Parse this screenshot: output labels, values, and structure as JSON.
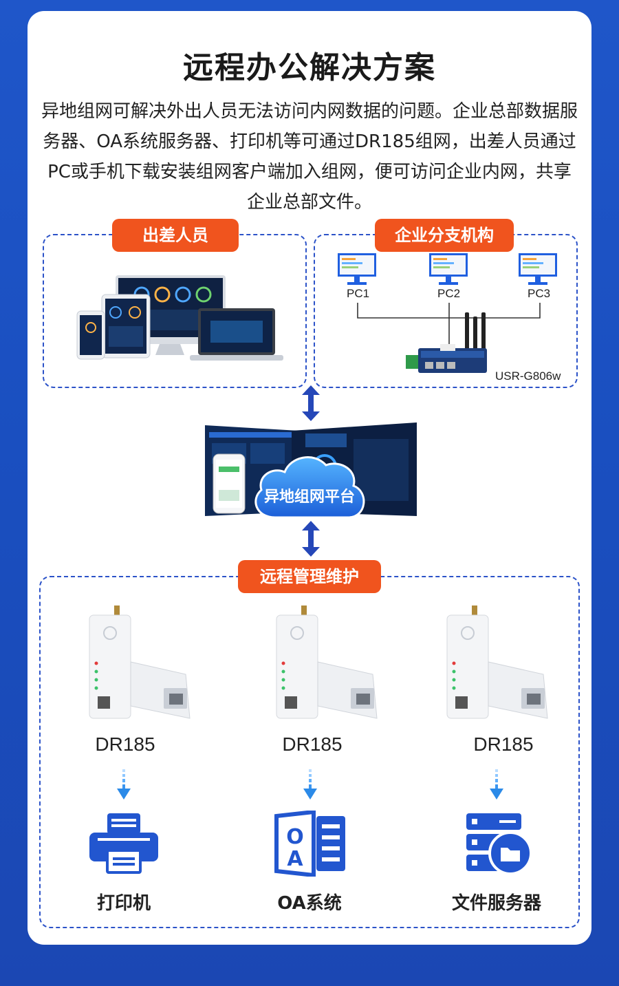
{
  "title": "远程办公解决方案",
  "intro": "异地组网可解决外出人员无法访问内网数据的问题。企业总部数据服务器、OA系统服务器、打印机等可通过DR185组网，出差人员通过PC或手机下载安装组网客户端加入组网，便可访问企业内网，共享企业总部文件。",
  "sections": {
    "travel_tag": "出差人员",
    "branch_tag": "企业分支机构",
    "remote_tag": "远程管理维护"
  },
  "branch": {
    "pcs": [
      "PC1",
      "PC2",
      "PC3"
    ],
    "router_label": "USR-G806w"
  },
  "cloud_label": "异地组网平台",
  "devices": [
    "DR185",
    "DR185",
    "DR185"
  ],
  "apps": [
    "打印机",
    "OA系统",
    "文件服务器"
  ],
  "colors": {
    "background": "#1f56c9",
    "accent_orange": "#f0541e",
    "primary_blue": "#2b52c8"
  }
}
